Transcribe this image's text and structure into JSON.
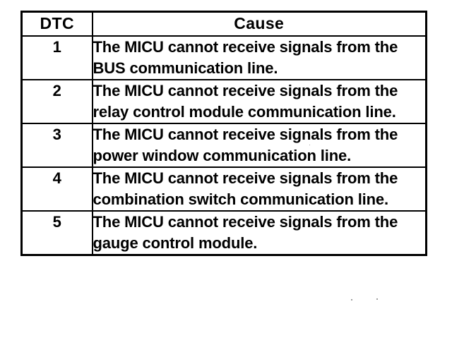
{
  "table": {
    "columns": [
      {
        "key": "dtc",
        "header": "DTC"
      },
      {
        "key": "cause",
        "header": "Cause"
      }
    ],
    "rows": [
      {
        "dtc": "1",
        "cause": "The MICU cannot receive signals from the BUS communication line."
      },
      {
        "dtc": "2",
        "cause": "The MICU cannot receive signals from the relay control module communication line."
      },
      {
        "dtc": "3",
        "cause": "The MICU cannot receive signals from the power window communication line."
      },
      {
        "dtc": "4",
        "cause": "The MICU cannot receive signals from the combination switch communication line."
      },
      {
        "dtc": "5",
        "cause": "The MICU cannot receive signals from the gauge control module."
      }
    ]
  },
  "colors": {
    "ink": "#000000",
    "paper": "#ffffff"
  }
}
